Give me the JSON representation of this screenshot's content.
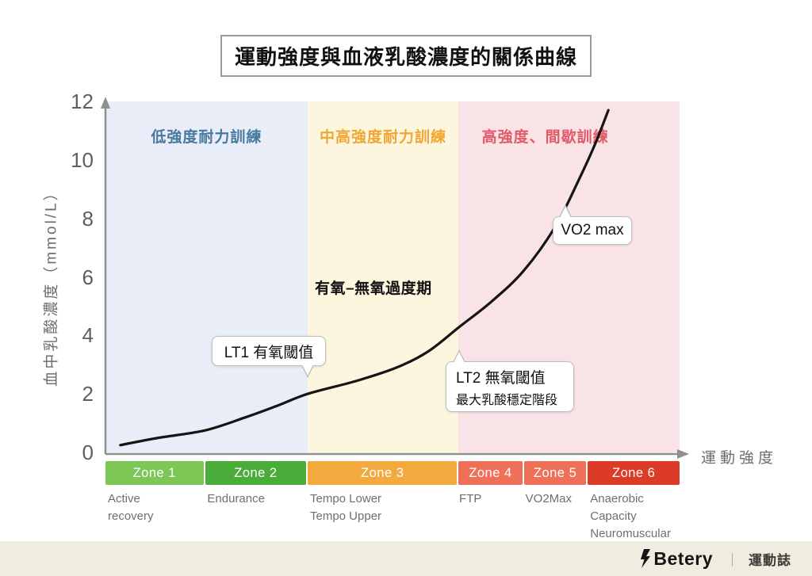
{
  "title": "運動強度與血液乳酸濃度的關係曲線",
  "footer": {
    "brand": "Betery",
    "separator": "｜",
    "tagline": "運動誌"
  },
  "chart_data": {
    "type": "line",
    "title": "運動強度與血液乳酸濃度的關係曲線",
    "xlabel": "運動強度",
    "ylabel": "血中乳酸濃度（mmol/L）",
    "ylim": [
      0,
      12
    ],
    "yticks": [
      0,
      2,
      4,
      6,
      8,
      10,
      12
    ],
    "grid": false,
    "curve": {
      "name": "blood-lactate-curve",
      "color": "#151515",
      "points": [
        {
          "x": 2.6,
          "y": 0.25
        },
        {
          "x": 9.3,
          "y": 0.5
        },
        {
          "x": 17.3,
          "y": 0.75
        },
        {
          "x": 24.4,
          "y": 1.2
        },
        {
          "x": 30.0,
          "y": 1.6
        },
        {
          "x": 35.2,
          "y": 2.0
        },
        {
          "x": 43.8,
          "y": 2.45
        },
        {
          "x": 50.7,
          "y": 2.9
        },
        {
          "x": 56.2,
          "y": 3.45
        },
        {
          "x": 61.7,
          "y": 4.3
        },
        {
          "x": 67.2,
          "y": 5.15
        },
        {
          "x": 72.8,
          "y": 6.2
        },
        {
          "x": 78.3,
          "y": 7.7
        },
        {
          "x": 82.4,
          "y": 9.3
        },
        {
          "x": 85.2,
          "y": 10.5
        },
        {
          "x": 87.6,
          "y": 11.7
        }
      ]
    },
    "regions": [
      {
        "label": "低強度耐力訓練",
        "x_start": 0,
        "x_end": 35.2,
        "bg": "#E8EDF8",
        "label_color": "#48799E"
      },
      {
        "label": "中高強度耐力訓練",
        "x_start": 35.2,
        "x_end": 61.5,
        "bg": "#FDF6DE",
        "label_color": "#F1A633"
      },
      {
        "label": "高強度、間歇訓練",
        "x_start": 61.5,
        "x_end": 100,
        "bg": "#F9E3E6",
        "label_color": "#E25B6A"
      }
    ],
    "annotations": [
      {
        "id": "lt1",
        "text": "LT1 有氧閾值",
        "x": 35.2,
        "y": 2.0
      },
      {
        "id": "lt2",
        "text": "LT2 無氧閾值",
        "subtext": "最大乳酸穩定階段",
        "x": 61.7,
        "y": 4.3
      },
      {
        "id": "vo2max",
        "text": "VO2 max",
        "x": 80,
        "y": 8.5
      },
      {
        "id": "transition",
        "text": "有氧–無氧過度期",
        "x": 48,
        "y": 5.7
      }
    ],
    "zones": [
      {
        "label": "Zone 1",
        "color": "#7DC756",
        "width_pct": 17.3,
        "desc": [
          "Active",
          "recovery"
        ]
      },
      {
        "label": "Zone 2",
        "color": "#4AAD3A",
        "width_pct": 17.9,
        "desc": [
          "Endurance"
        ]
      },
      {
        "label": "Zone 3",
        "color": "#F2AA3E",
        "width_pct": 26.3,
        "desc": [
          "Tempo Lower",
          "Tempo Upper"
        ]
      },
      {
        "label": "Zone 4",
        "color": "#EE7058",
        "width_pct": 11.3,
        "desc": [
          "FTP"
        ]
      },
      {
        "label": "Zone 5",
        "color": "#EE7058",
        "width_pct": 11.0,
        "desc": [
          "VO2Max"
        ]
      },
      {
        "label": "Zone 6",
        "color": "#DB3B27",
        "width_pct": 16.2,
        "desc": [
          "Anaerobic Capacity",
          "Neuromuscular"
        ]
      }
    ]
  }
}
